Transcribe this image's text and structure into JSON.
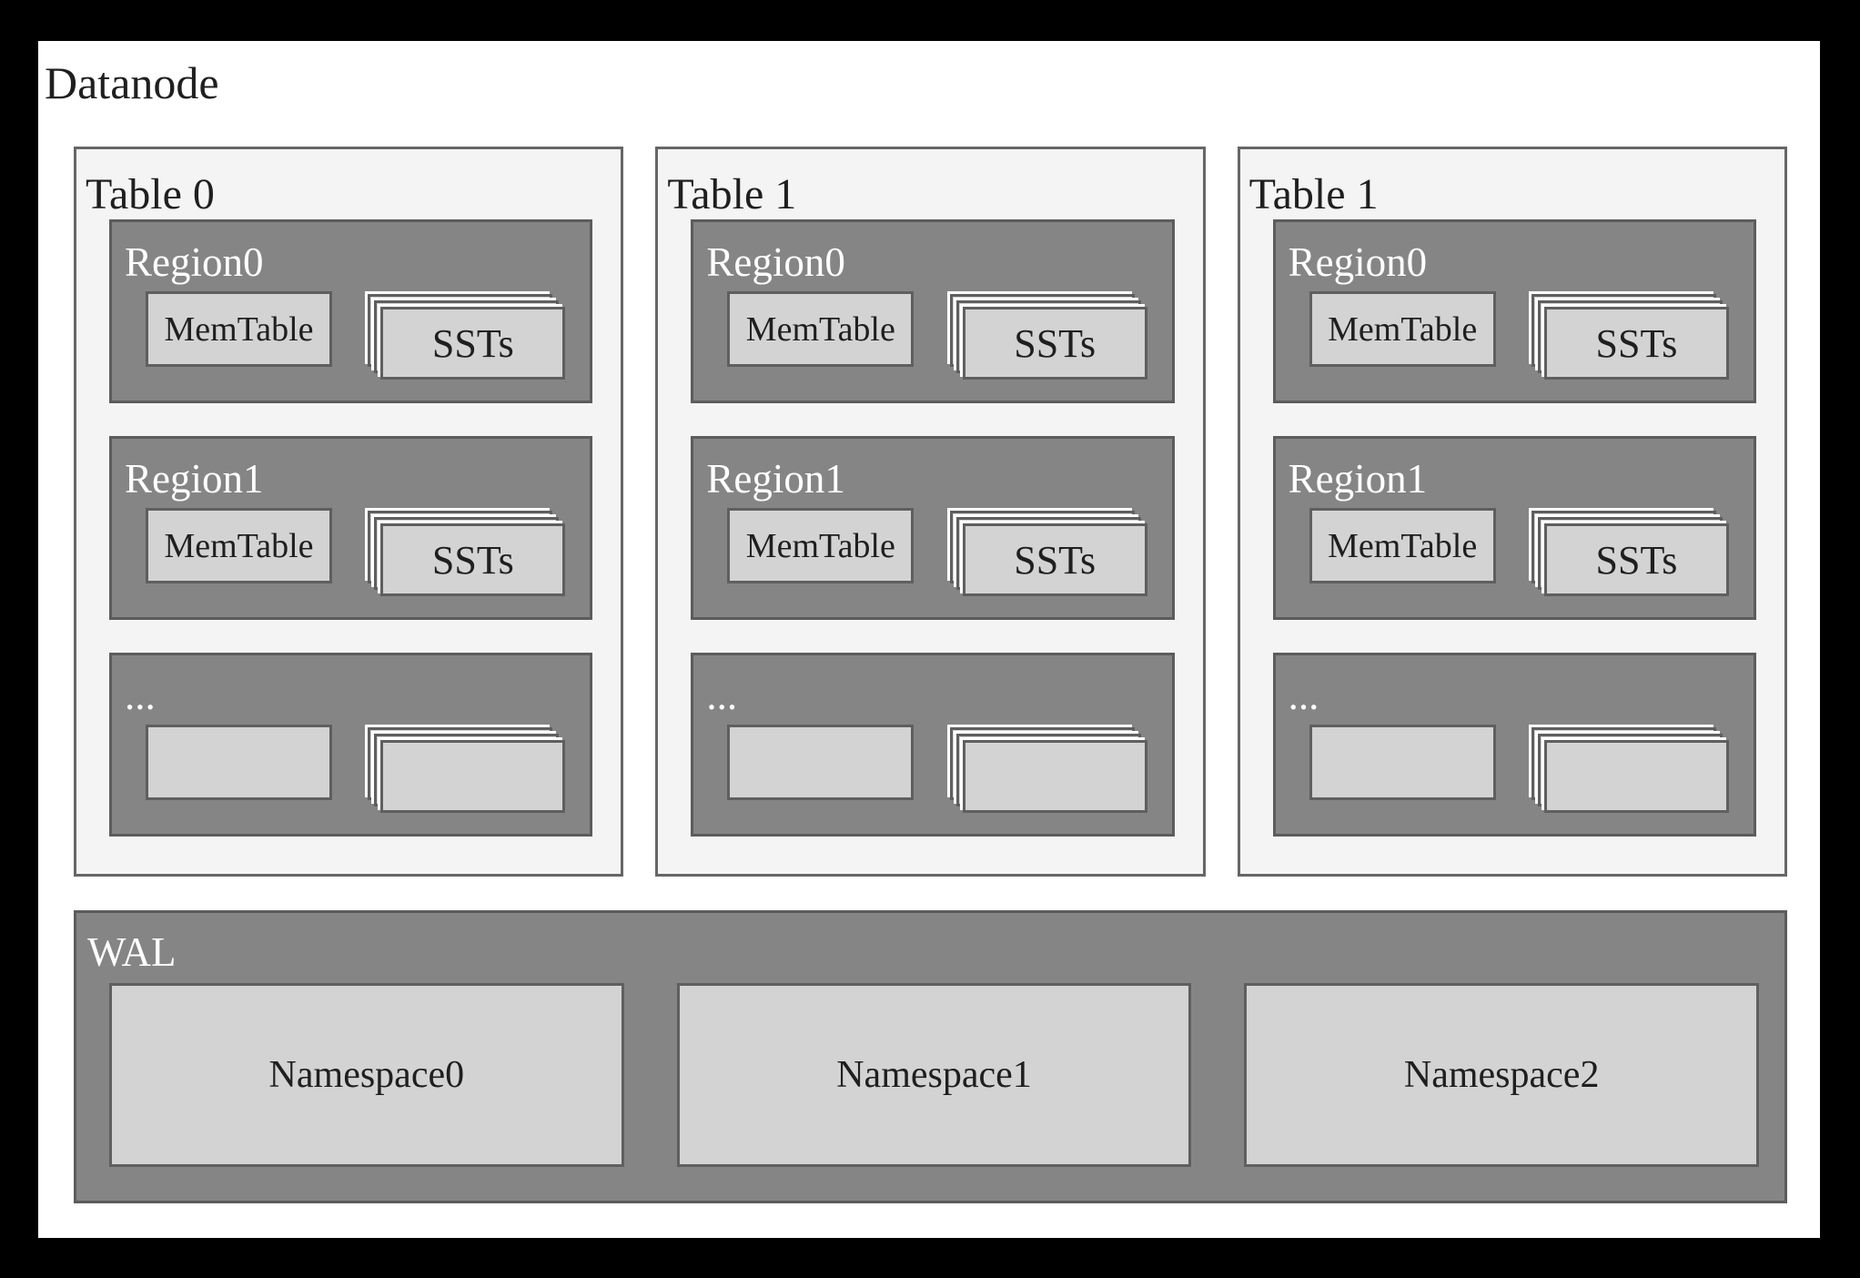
{
  "title": "Datanode",
  "colors": {
    "frame_bg": "#000000",
    "canvas_bg": "#ffffff",
    "table_bg": "#f4f4f4",
    "table_border": "#666666",
    "region_bg": "#858585",
    "region_border": "#5c5c5c",
    "box_bg": "#d3d3d3",
    "box_border": "#5f5f5f",
    "text_dark": "#1f1f1f",
    "text_light": "#ffffff"
  },
  "tables": [
    {
      "label": "Table 0",
      "regions": [
        {
          "label": "Region0",
          "memtable": "MemTable",
          "ssts": "SSTs"
        },
        {
          "label": "Region1",
          "memtable": "MemTable",
          "ssts": "SSTs"
        },
        {
          "label": "...",
          "memtable": "",
          "ssts": ""
        }
      ]
    },
    {
      "label": "Table 1",
      "regions": [
        {
          "label": "Region0",
          "memtable": "MemTable",
          "ssts": "SSTs"
        },
        {
          "label": "Region1",
          "memtable": "MemTable",
          "ssts": "SSTs"
        },
        {
          "label": "...",
          "memtable": "",
          "ssts": ""
        }
      ]
    },
    {
      "label": "Table 1",
      "regions": [
        {
          "label": "Region0",
          "memtable": "MemTable",
          "ssts": "SSTs"
        },
        {
          "label": "Region1",
          "memtable": "MemTable",
          "ssts": "SSTs"
        },
        {
          "label": "...",
          "memtable": "",
          "ssts": ""
        }
      ]
    }
  ],
  "wal": {
    "label": "WAL",
    "namespaces": [
      {
        "label": "Namespace0"
      },
      {
        "label": "Namespace1"
      },
      {
        "label": "Namespace2"
      }
    ]
  }
}
